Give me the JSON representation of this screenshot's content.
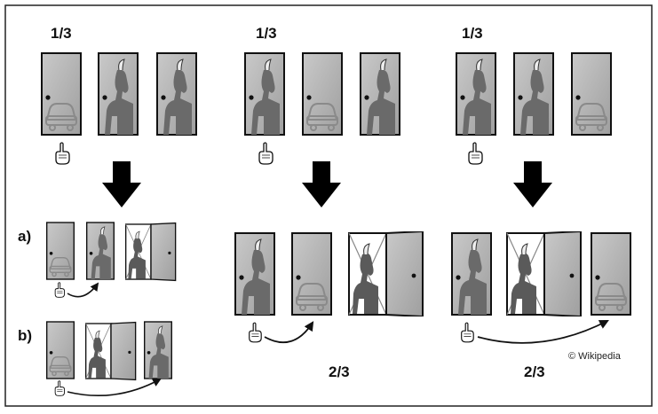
{
  "top_probabilities": [
    "1/3",
    "1/3",
    "1/3"
  ],
  "bottom_probabilities": [
    "2/3",
    "2/3"
  ],
  "case_labels": [
    "a)",
    "b)"
  ],
  "credit": "© Wikipedia",
  "icons": {
    "door": "door-icon",
    "car": "car-icon",
    "goat": "goat-icon",
    "hand": "pointing-hand-icon",
    "arrow": "down-arrow-icon",
    "curve": "curved-arrow-icon"
  },
  "colors": {
    "door_fill": "#b8b8b8",
    "outline": "#111111",
    "goat": "#5a5a5a",
    "car": "#9a9a9a"
  }
}
